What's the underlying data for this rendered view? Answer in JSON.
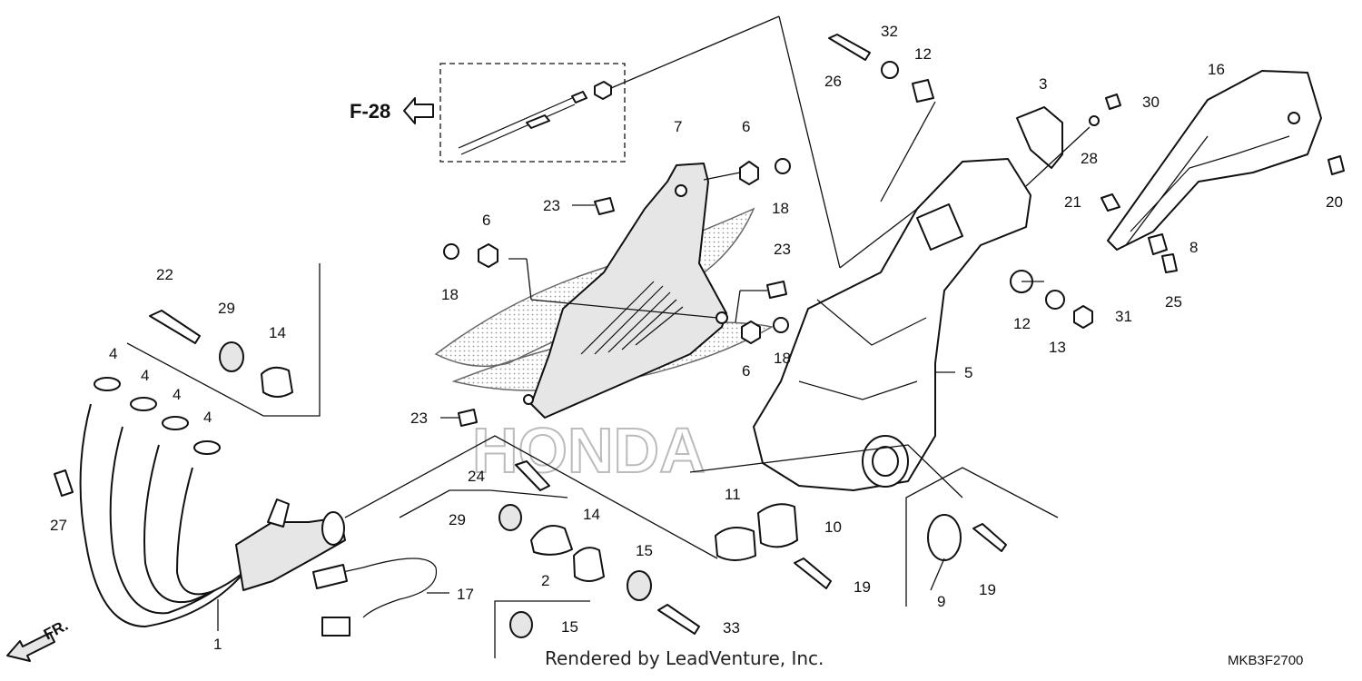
{
  "diagram": {
    "reference_label": "F-28",
    "front_label": "FR.",
    "footer_text": "Rendered by LeadVenture, Inc.",
    "diagram_code": "MKB3F2700",
    "watermark": "HONDA",
    "callouts": [
      {
        "id": "c26",
        "label": "26"
      },
      {
        "id": "c32",
        "label": "32"
      },
      {
        "id": "c12a",
        "label": "12"
      },
      {
        "id": "c3",
        "label": "3"
      },
      {
        "id": "c30",
        "label": "30"
      },
      {
        "id": "c28",
        "label": "28"
      },
      {
        "id": "c16",
        "label": "16"
      },
      {
        "id": "c20",
        "label": "20"
      },
      {
        "id": "c21",
        "label": "21"
      },
      {
        "id": "c8",
        "label": "8"
      },
      {
        "id": "c25",
        "label": "25"
      },
      {
        "id": "c7",
        "label": "7"
      },
      {
        "id": "c6a",
        "label": "6"
      },
      {
        "id": "c23a",
        "label": "23"
      },
      {
        "id": "c18a",
        "label": "18"
      },
      {
        "id": "c6b",
        "label": "6"
      },
      {
        "id": "c18b",
        "label": "18"
      },
      {
        "id": "c23b",
        "label": "23"
      },
      {
        "id": "c6c",
        "label": "6"
      },
      {
        "id": "c18c",
        "label": "18"
      },
      {
        "id": "c12b",
        "label": "12"
      },
      {
        "id": "c13",
        "label": "13"
      },
      {
        "id": "c31",
        "label": "31"
      },
      {
        "id": "c5",
        "label": "5"
      },
      {
        "id": "c22",
        "label": "22"
      },
      {
        "id": "c29a",
        "label": "29"
      },
      {
        "id": "c14a",
        "label": "14"
      },
      {
        "id": "c4a",
        "label": "4"
      },
      {
        "id": "c4b",
        "label": "4"
      },
      {
        "id": "c4c",
        "label": "4"
      },
      {
        "id": "c4d",
        "label": "4"
      },
      {
        "id": "c23c",
        "label": "23"
      },
      {
        "id": "c27",
        "label": "27"
      },
      {
        "id": "c24",
        "label": "24"
      },
      {
        "id": "c29b",
        "label": "29"
      },
      {
        "id": "c14b",
        "label": "14"
      },
      {
        "id": "c2",
        "label": "2"
      },
      {
        "id": "c15a",
        "label": "15"
      },
      {
        "id": "c17",
        "label": "17"
      },
      {
        "id": "c1",
        "label": "1"
      },
      {
        "id": "c15b",
        "label": "15"
      },
      {
        "id": "c33",
        "label": "33"
      },
      {
        "id": "c11",
        "label": "11"
      },
      {
        "id": "c10",
        "label": "10"
      },
      {
        "id": "c19a",
        "label": "19"
      },
      {
        "id": "c9",
        "label": "9"
      },
      {
        "id": "c19b",
        "label": "19"
      }
    ]
  }
}
